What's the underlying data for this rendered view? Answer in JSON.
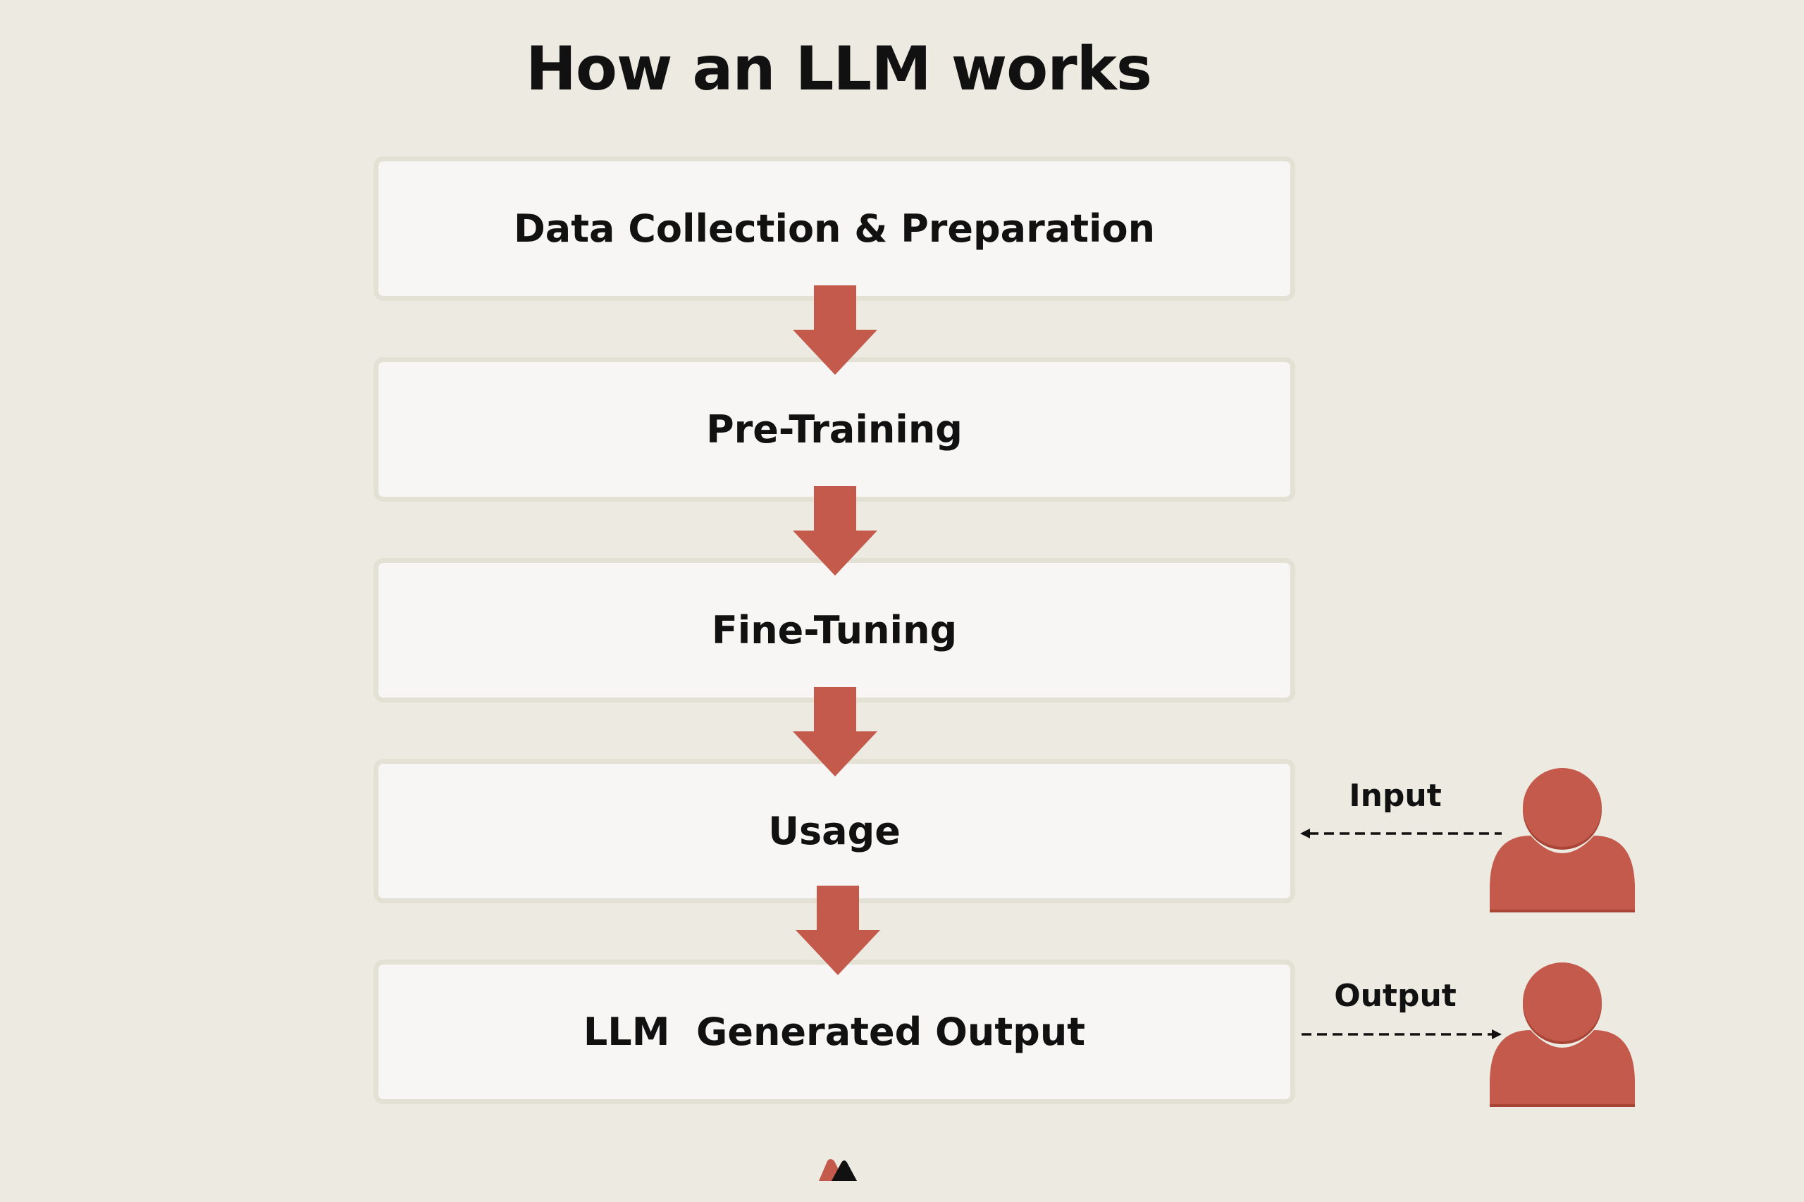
{
  "title": "How an LLM works",
  "steps": [
    {
      "label": "Data Collection & Preparation"
    },
    {
      "label": "Pre-Training"
    },
    {
      "label": "Fine-Tuning"
    },
    {
      "label": "Usage"
    },
    {
      "label": "LLM  Generated Output"
    }
  ],
  "input": {
    "label": "Input"
  },
  "output": {
    "label": "Output"
  },
  "icons": {
    "flow_arrow": "down-arrow-icon",
    "user": "person-icon",
    "logo": "brand-logo"
  },
  "colors": {
    "background": "#edeae2",
    "box_fill": "#f7f6f5",
    "box_border": "#e3e0d4",
    "accent": "#c45a4b",
    "text": "#111111"
  }
}
